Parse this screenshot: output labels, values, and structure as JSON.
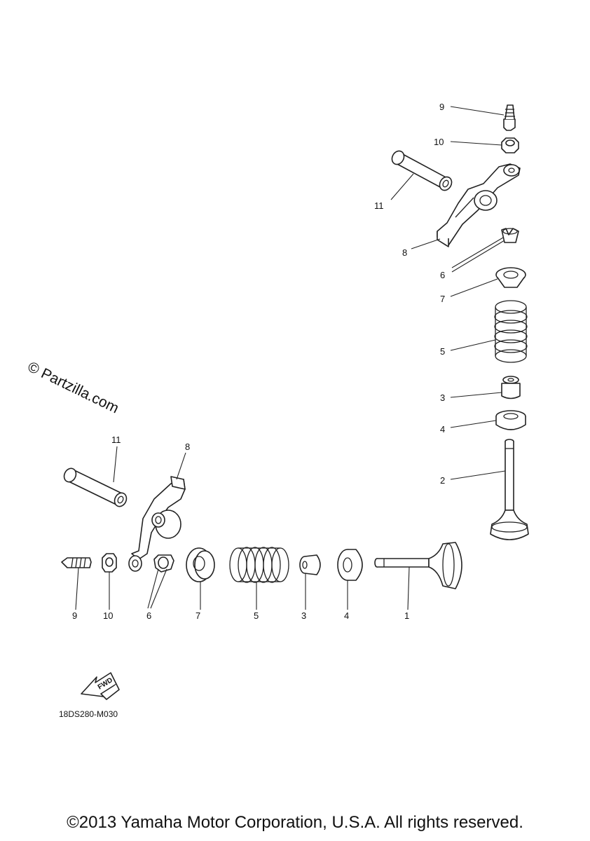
{
  "watermark": "© Partzilla.com",
  "diagram_code": "18DS280-M030",
  "fwd_label": "FWD",
  "copyright": "©2013 Yamaha Motor Corporation, U.S.A. All rights reserved.",
  "labels_upper": [
    "9",
    "10",
    "11",
    "8",
    "6",
    "7",
    "5",
    "3",
    "4",
    "2"
  ],
  "labels_lower": [
    "11",
    "8",
    "9",
    "10",
    "6",
    "7",
    "5",
    "3",
    "4",
    "1"
  ]
}
